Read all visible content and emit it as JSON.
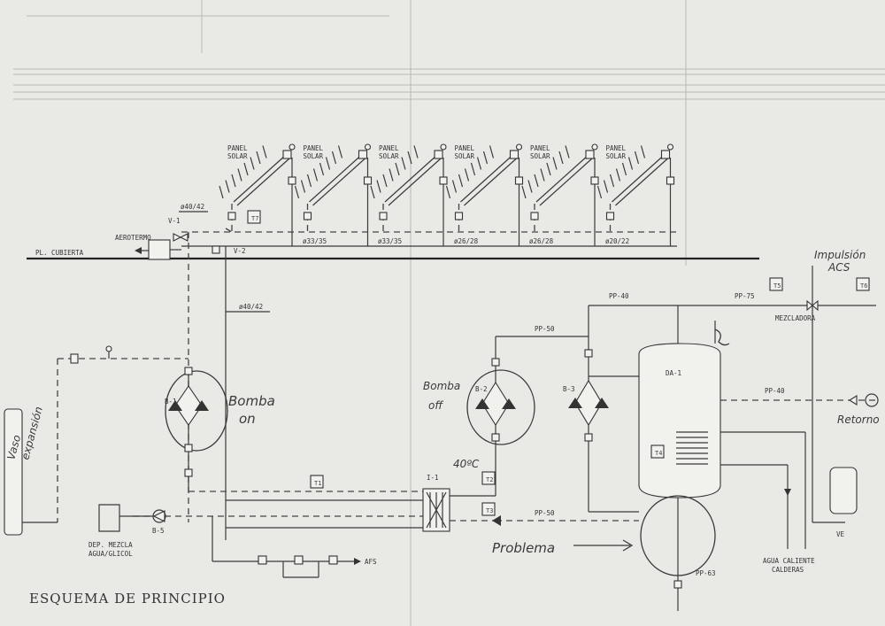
{
  "title": "ESQUEMA DE PRINCIPIO",
  "panels": [
    "PANEL SOLAR",
    "PANEL SOLAR",
    "PANEL SOLAR",
    "PANEL SOLAR",
    "PANEL SOLAR",
    "PANEL SOLAR"
  ],
  "pipe_sizes": [
    "ø40/42",
    "ø33/35",
    "ø33/35",
    "ø26/28",
    "ø26/28",
    "ø20/22",
    "ø40/42"
  ],
  "labels": {
    "aerotermo": "AEROTERMO",
    "v1": "V-1",
    "v2": "V-2",
    "pl_cubierta": "PL. CUBIERTA",
    "b1": "B-1",
    "b2": "B-2",
    "b3": "B-3",
    "b5": "B-5",
    "i1": "I-1",
    "da1": "DA-1",
    "pp40_top": "PP-40",
    "pp75": "PP-75",
    "pp50_upper": "PP-50",
    "pp40_right": "PP-40",
    "pp50_lower": "PP-50",
    "pp63": "PP-63",
    "mezcladora": "MEZCLADORA",
    "dep_mezcla_1": "DEP. MEZCLA",
    "dep_mezcla_2": "AGUA/GLICOL",
    "afs": "AFS",
    "agua_caliente_1": "AGUA CALIENTE",
    "agua_caliente_2": "CALDERAS",
    "ve": "VE",
    "t1": "T1",
    "t2": "T2",
    "t3": "T3",
    "t4": "T4",
    "t5": "T5",
    "t6": "T6",
    "t7": "T7"
  },
  "handwritten": {
    "bomba_on_1": "Bomba",
    "bomba_on_2": "on",
    "bomba_off_1": "Bomba",
    "bomba_off_2": "off",
    "vaso_1": "Vaso",
    "vaso_2": "expansión",
    "impulsion_1": "Impulsión",
    "impulsion_2": "ACS",
    "retorno": "Retorno",
    "temp": "40ºC",
    "problema": "Problema"
  }
}
